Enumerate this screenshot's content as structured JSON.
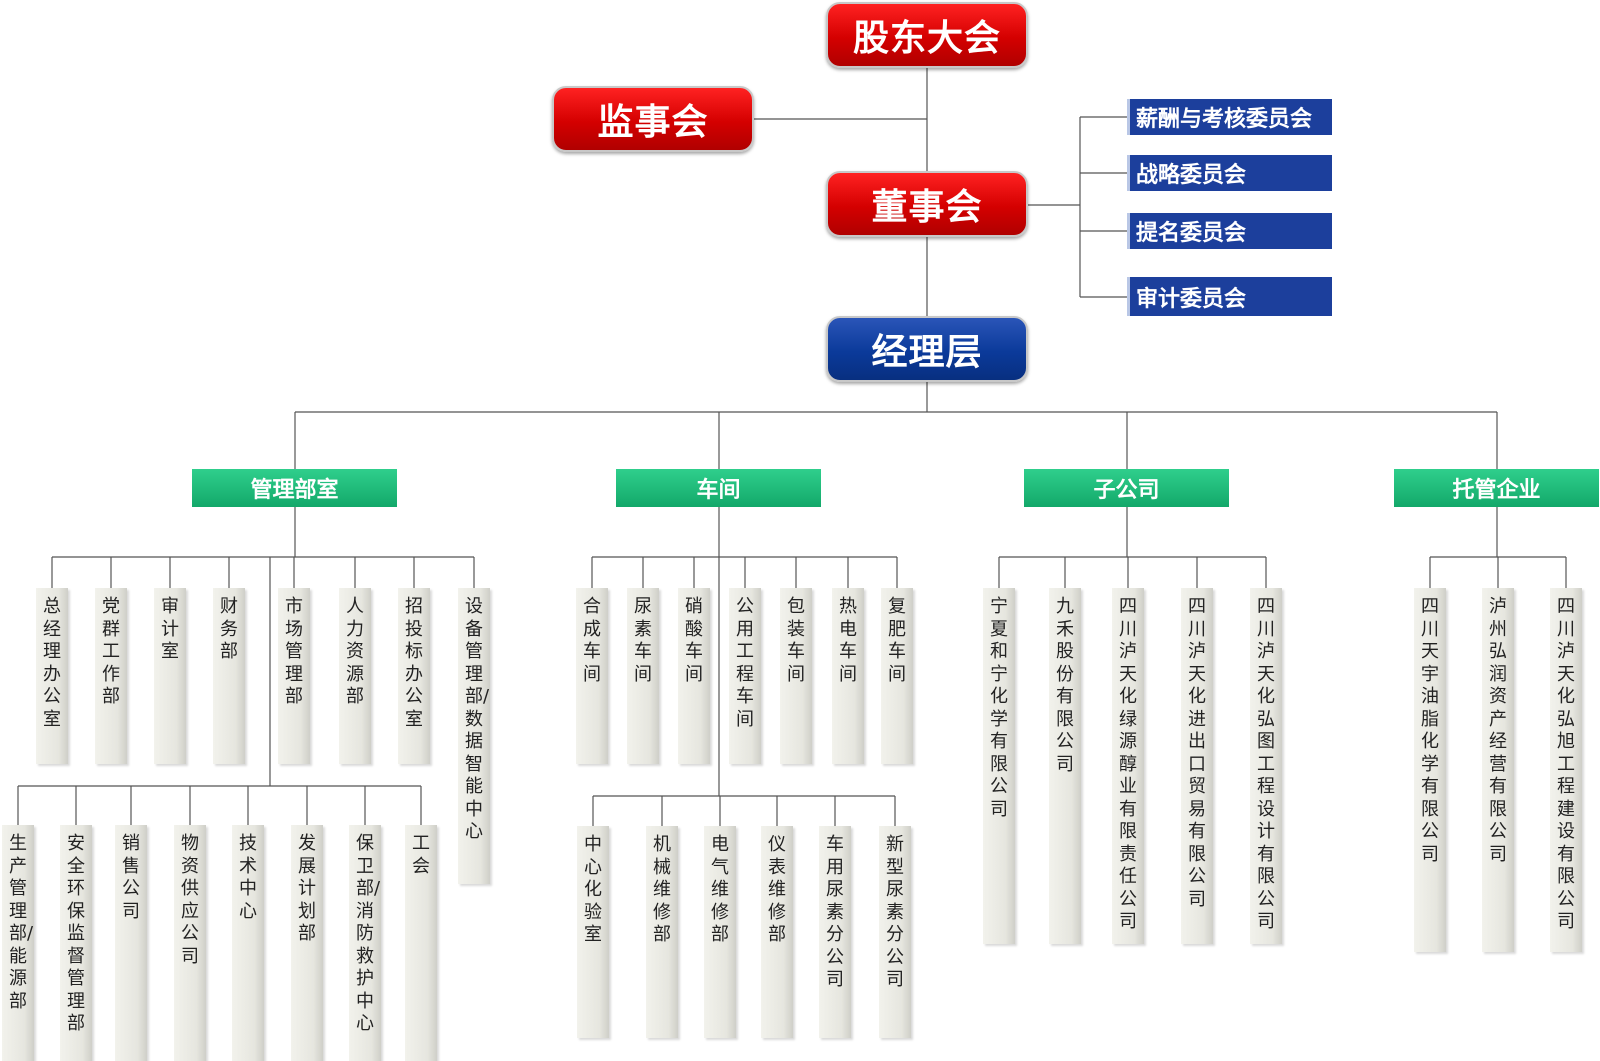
{
  "top": {
    "shareholders": "股东大会",
    "supervisors": "监事会",
    "board": "董事会",
    "management": "经理层"
  },
  "committees": [
    "薪酬与考核委员会",
    "战略委员会",
    "提名委员会",
    "审计委员会"
  ],
  "categories": [
    "管理部室",
    "车间",
    "子公司",
    "托管企业"
  ],
  "groups": {
    "mgmt_top": [
      "总经理办公室",
      "党群工作部",
      "审计室",
      "财务部",
      "市场管理部",
      "人力资源部",
      "招投标办公室",
      "设备管理部/数据智能中心"
    ],
    "mgmt_bottom": [
      "生产管理部/能源部",
      "安全环保监督管理部",
      "销售公司",
      "物资供应公司",
      "技术中心",
      "发展计划部",
      "保卫部/消防救护中心",
      "工会"
    ],
    "ws_top": [
      "合成车间",
      "尿素车间",
      "硝酸车间",
      "公用工程车间",
      "包装车间",
      "热电车间",
      "复肥车间"
    ],
    "ws_bottom": [
      "中心化验室",
      "机械维修部",
      "电气维修部",
      "仪表维修部",
      "车用尿素分公司",
      "新型尿素分公司"
    ],
    "subs": [
      "宁夏和宁化学有限公司",
      "九禾股份有限公司",
      "四川泸天化绿源醇业有限责任公司",
      "四川泸天化进出口贸易有限公司",
      "四川泸天化弘图工程设计有限公司"
    ],
    "trust": [
      "四川天宇油脂化学有限公司",
      "泸州弘润资产经营有限公司",
      "四川泸天化弘旭工程建设有限公司"
    ]
  },
  "colors": {
    "red": "#d40000",
    "navy": "#0b3a9a",
    "committee": "#1c3f9c",
    "green": "#13a86a",
    "leaf": "#ecece6",
    "line": "#555555"
  }
}
